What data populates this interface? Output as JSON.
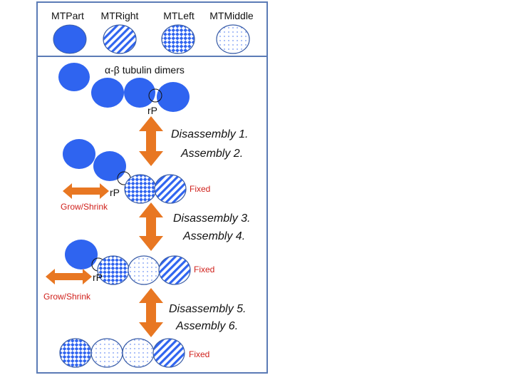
{
  "colors": {
    "blue": "#2f64f0",
    "orange": "#e87722",
    "frame": "#5b7bb6",
    "red_text": "#d0211c"
  },
  "legend": [
    {
      "label": "MTPart",
      "pattern": "solid"
    },
    {
      "label": "MTRight",
      "pattern": "diagonal"
    },
    {
      "label": "MTLeft",
      "pattern": "diamond"
    },
    {
      "label": "MTMiddle",
      "pattern": "dots"
    }
  ],
  "title": "α-β tubulin dimers",
  "rp_label": "rP",
  "fixed_label": "Fixed",
  "grow_shrink_label": "Grow/Shrink",
  "steps": [
    {
      "line1": "Disassembly 1.",
      "line2": "Assembly 2."
    },
    {
      "line1": "Disassembly 3.",
      "line2": "Assembly 4."
    },
    {
      "line1": "Disassembly 5.",
      "line2": "Assembly 6."
    }
  ]
}
